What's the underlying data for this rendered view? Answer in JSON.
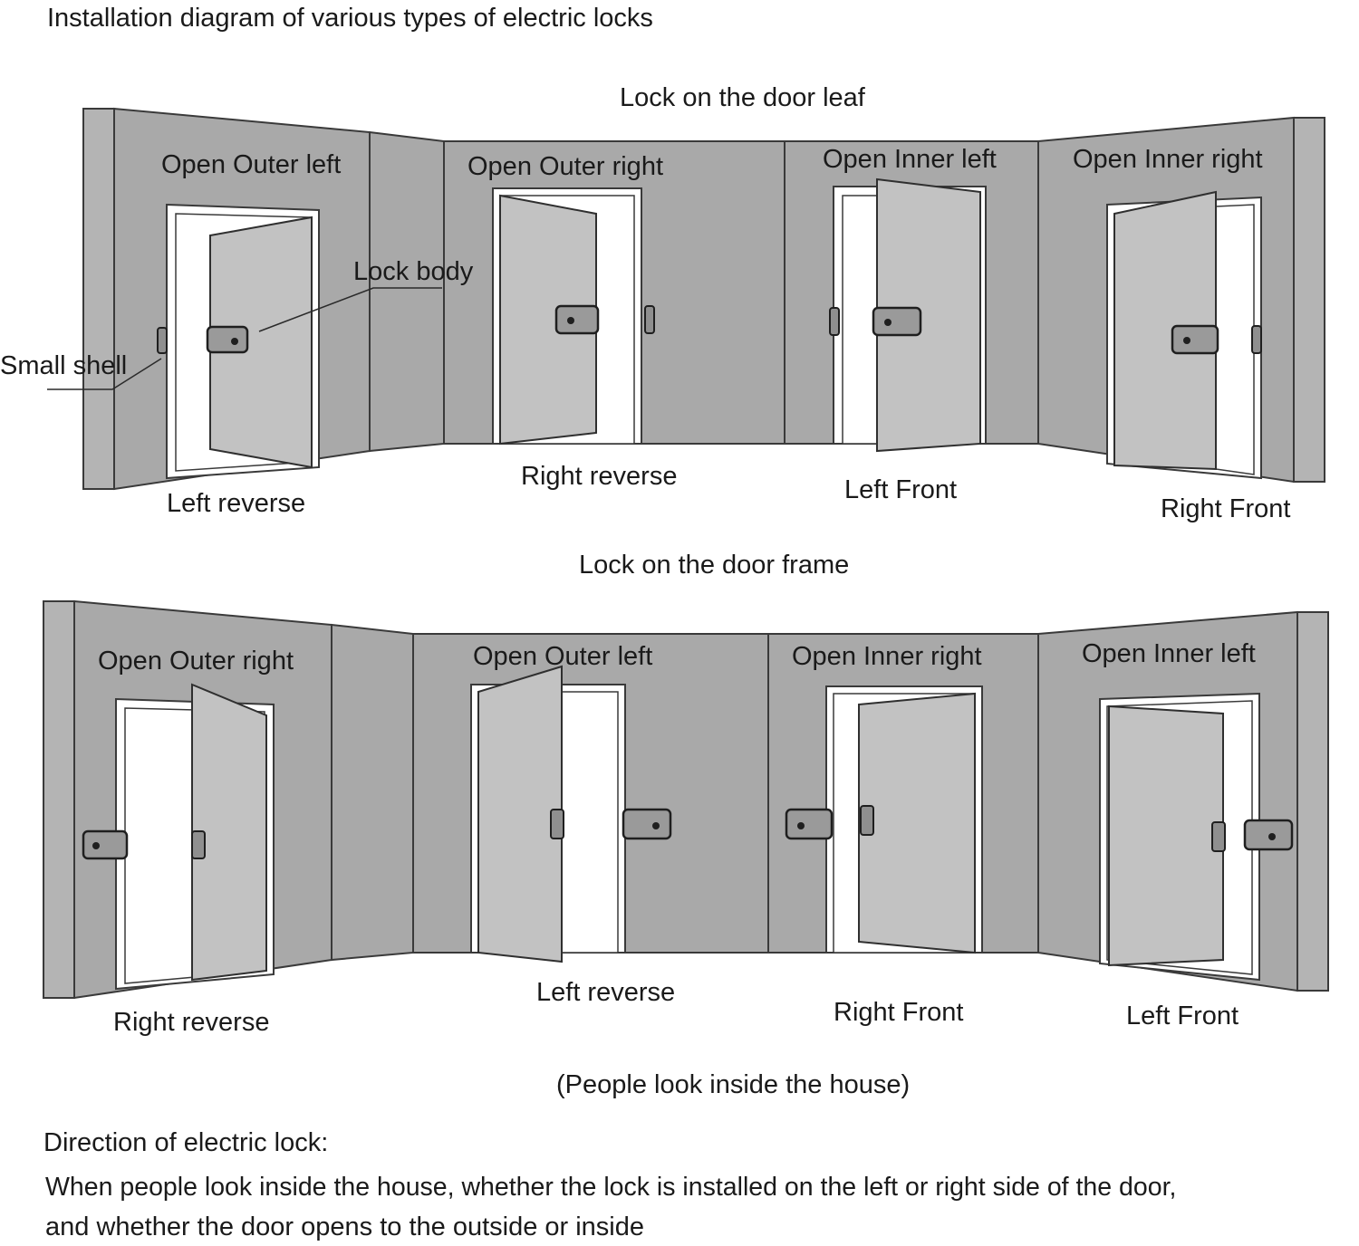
{
  "title": "Installation diagram of various types of electric locks",
  "sections": {
    "door_leaf": "Lock on the door leaf",
    "door_frame": "Lock on the door frame"
  },
  "top_row": {
    "panels": [
      {
        "heading": "Open Outer left",
        "caption": "Left reverse"
      },
      {
        "heading": "Open Outer right",
        "caption": "Right reverse"
      },
      {
        "heading": "Open Inner left",
        "caption": "Left Front"
      },
      {
        "heading": "Open Inner right",
        "caption": "Right Front"
      }
    ],
    "callouts": {
      "lock_body": "Lock body",
      "small_shell": "Small shell"
    }
  },
  "bottom_row": {
    "panels": [
      {
        "heading": "Open Outer right",
        "caption": "Right reverse"
      },
      {
        "heading": "Open Outer left",
        "caption": "Left reverse"
      },
      {
        "heading": "Open Inner right",
        "caption": "Right Front"
      },
      {
        "heading": "Open Inner left",
        "caption": "Left Front"
      }
    ]
  },
  "viewpoint_note": "(People look inside the house)",
  "direction": {
    "heading": "Direction of electric lock:",
    "line1": "When people look inside the house, whether the lock is installed on the left or right side of the door,",
    "line2": "and whether the door opens to the outside or inside"
  },
  "colors": {
    "wall": "#a9a9a9",
    "door": "#c2c2c2",
    "outline": "#3a3a3a"
  }
}
